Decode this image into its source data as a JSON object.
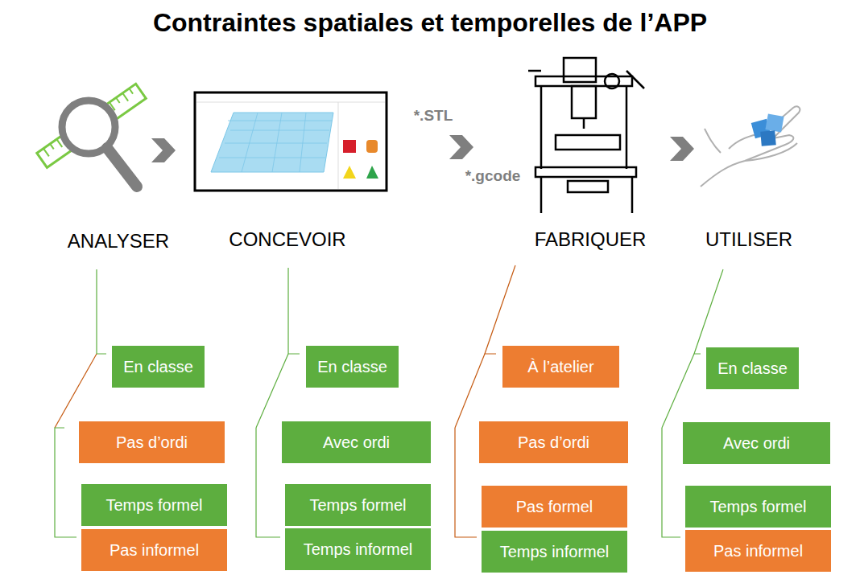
{
  "diagram": {
    "title": "Contraintes spatiales et temporelles de l’APP",
    "nodes": [
      {
        "text": [
          "En classe"
        ]
      },
      {
        "text": [
          "Pas d’ordi"
        ]
      },
      {
        "text": [
          "Temps formel"
        ]
      },
      {
        "text": [
          "Pas informel"
        ]
      },
      {
        "text": [
          "En classe"
        ]
      },
      {
        "text": [
          "Avec ordi"
        ]
      },
      {
        "text": [
          "Temps formel"
        ]
      },
      {
        "text": [
          "Temps informel"
        ]
      },
      {
        "text": [
          "À l’atelier"
        ]
      },
      {
        "text": [
          "Pas d’ordi"
        ]
      },
      {
        "text": [
          "Pas formel"
        ]
      },
      {
        "text": [
          "Temps informel"
        ]
      },
      {
        "text": [
          "En classe"
        ]
      },
      {
        "text": [
          "Avec ordi"
        ]
      },
      {
        "text": [
          "Temps formel"
        ]
      },
      {
        "text": [
          "Pas informel"
        ]
      }
    ],
    "labels": [
      "ANALYSER",
      "CONCEVOIR",
      "FABRIQUER",
      "UTILISER",
      "*.STL",
      "*.gcode"
    ]
  }
}
